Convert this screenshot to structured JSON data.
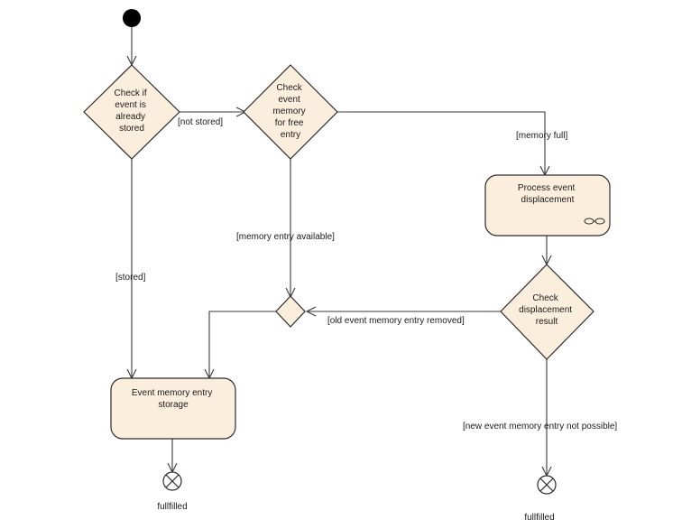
{
  "nodes": {
    "check_stored": {
      "lines": [
        "Check if",
        "event is",
        "already",
        "stored"
      ]
    },
    "check_free": {
      "lines": [
        "Check",
        "event",
        "memory",
        "for free",
        "entry"
      ]
    },
    "process_displacement": {
      "lines": [
        "Process event",
        "displacement"
      ],
      "icon": "rake-icon"
    },
    "check_displacement": {
      "lines": [
        "Check",
        "displacement",
        "result"
      ]
    },
    "storage": {
      "lines": [
        "Event memory entry",
        "storage"
      ]
    },
    "final_left": {
      "label": "fullfilled"
    },
    "final_right": {
      "label": "fullfilled"
    }
  },
  "guards": {
    "not_stored": "[not stored]",
    "stored": "[stored]",
    "memory_full": "[memory full]",
    "memory_entry_available": "[memory entry available]",
    "old_removed": "[old event memory entry removed]",
    "not_possible": "[new event memory entry not possible]"
  }
}
